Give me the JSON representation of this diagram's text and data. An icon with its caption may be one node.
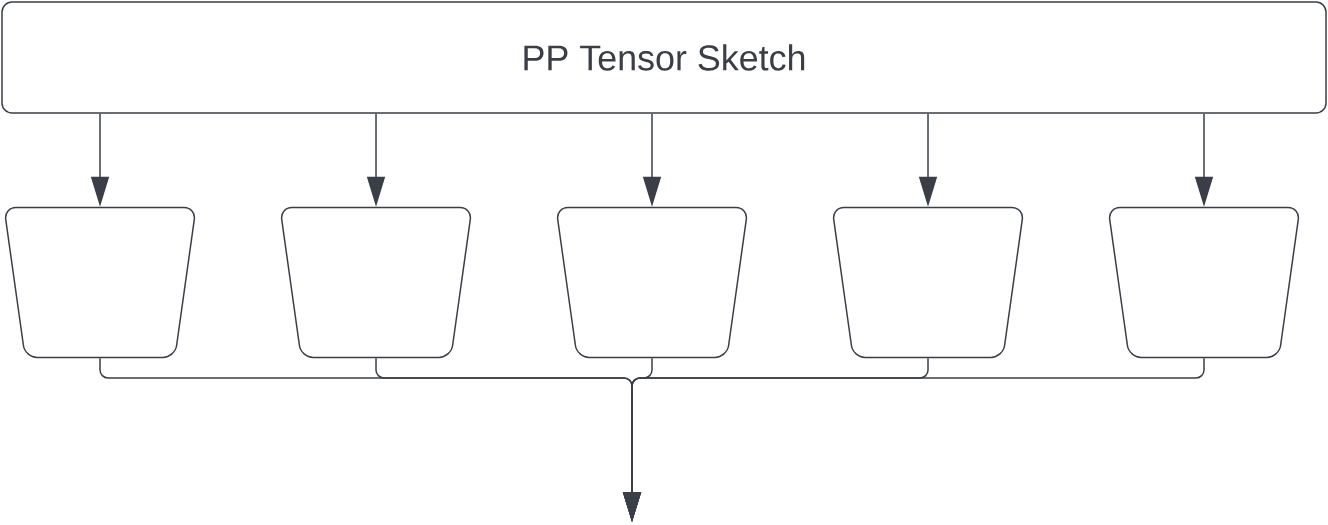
{
  "diagram": {
    "nodes": [
      {
        "text": [
          "PP Tensor Sketch"
        ]
      },
      {
        "text": [],
        "shape": "trapezoid"
      },
      {
        "text": [],
        "shape": "trapezoid"
      },
      {
        "text": [],
        "shape": "trapezoid"
      },
      {
        "text": [],
        "shape": "trapezoid"
      },
      {
        "text": [],
        "shape": "trapezoid"
      }
    ],
    "edges": [
      {
        "from": 0,
        "to": 1,
        "arrow": "to"
      },
      {
        "from": 0,
        "to": 2,
        "arrow": "to"
      },
      {
        "from": 0,
        "to": 3,
        "arrow": "to"
      },
      {
        "from": 0,
        "to": 4,
        "arrow": "to"
      },
      {
        "from": 0,
        "to": 5,
        "arrow": "to"
      },
      {
        "from": 1,
        "to": null,
        "arrow": "to"
      },
      {
        "from": 2,
        "to": null,
        "arrow": "to"
      },
      {
        "from": 3,
        "to": null,
        "arrow": "to"
      },
      {
        "from": 4,
        "to": null,
        "arrow": "to"
      },
      {
        "from": 5,
        "to": null,
        "arrow": "to"
      }
    ]
  }
}
